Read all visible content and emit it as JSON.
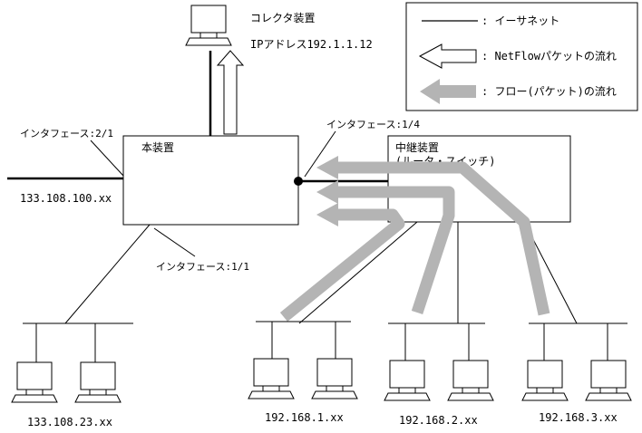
{
  "legend": {
    "ethernet": ": イーサネット",
    "netflow": ": NetFlowパケットの流れ",
    "flow": ": フロー(パケット)の流れ"
  },
  "collector": {
    "title": "コレクタ装置",
    "ip": "IPアドレス192.1.1.12"
  },
  "main_device": {
    "label": "本装置",
    "if_2_1": "インタフェース:2/1",
    "if_1_4": "インタフェース:1/4",
    "if_1_1": "インタフェース:1/1",
    "subnet": "133.108.100.xx"
  },
  "relay_device": {
    "line1": "中継装置",
    "line2": "(ルータ・スイッチ)"
  },
  "subnets": {
    "left": "133.108.23.xx",
    "s1": "192.168.1.xx",
    "s2": "192.168.2.xx",
    "s3": "192.168.3.xx"
  },
  "colors": {
    "flow_arrow": "#b4b4b4",
    "line": "#000000"
  }
}
